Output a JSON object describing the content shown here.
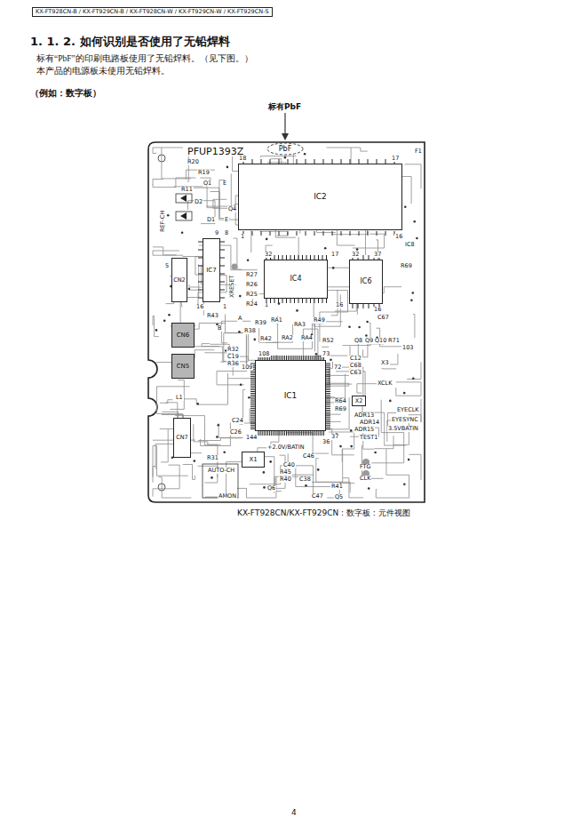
{
  "diagram": {
    "title": "1. 1. 2.  如何识别是否使用了无铅焊料",
    "caption": "KX-FT928CN/KX-FT929CN : 数字板 : 元件视图",
    "nodes": [
      {
        "text": [
          "KX-FT928CN-B / KX-FT929CN-B / KX-FT928CN-W / KX-FT929CN-W / KX-FT929CN-S"
        ]
      },
      {
        "text": [
          "PbF"
        ]
      },
      {
        "text": [
          "IC2"
        ]
      },
      {
        "text": [
          "IC4"
        ]
      },
      {
        "text": [
          "IC6"
        ]
      },
      {
        "text": [
          "IC1"
        ]
      },
      {
        "text": [
          "IC7"
        ]
      },
      {
        "text": [
          "CN2"
        ]
      },
      {
        "text": [
          "CN6"
        ]
      },
      {
        "text": [
          "CN5"
        ]
      },
      {
        "text": [
          "CN7"
        ]
      },
      {
        "text": [
          "X1"
        ]
      },
      {
        "text": [
          "X2"
        ]
      }
    ],
    "labels": [
      "标有“PbF”的印刷电路板使用了无铅焊料。（见下图。）",
      "本产品的电源板未使用无铅焊料。",
      "（例如：数字板）",
      "标有PbF",
      "PFUP1393Z",
      "R20",
      "R19",
      "18",
      "17",
      "F1",
      "Q1",
      "E",
      "R11",
      "D2",
      "Q4",
      "D1",
      "E",
      "REF-CH",
      "9",
      "8",
      "1",
      "16",
      "IC8",
      "5",
      "32",
      "17",
      "32",
      "37",
      "R69",
      "XRESET",
      "R27",
      "R26",
      "R25",
      "R24",
      "1",
      "16",
      "16",
      "16",
      "1",
      "R43",
      "A",
      "C67",
      "RA1",
      "R39",
      "RA3",
      "R49",
      "B",
      "R38",
      "R42",
      "RA2",
      "RA4",
      "R52",
      "Q8",
      "Q9",
      "Q10",
      "R71",
      "103",
      "R32",
      "108",
      "73",
      "C19",
      "C12",
      "X3",
      "R36",
      "C68",
      "109",
      "72",
      "C63",
      "XCLK",
      "L1",
      "R64",
      "R69",
      "EYECLK",
      "ADR13",
      "EYESYNC",
      "C24",
      "ADR14",
      "3.5VBATIN",
      "ADR15",
      "C26",
      "144",
      "37",
      "TEST1",
      "36",
      "+2.0V/BATIN",
      "C46",
      "R31",
      "FTG",
      "C40",
      "AUTO-CH",
      "R45",
      "CLK",
      "R40",
      "C38",
      "R41",
      "Q6",
      "C47",
      "AMON",
      "Q5",
      "4"
    ]
  }
}
